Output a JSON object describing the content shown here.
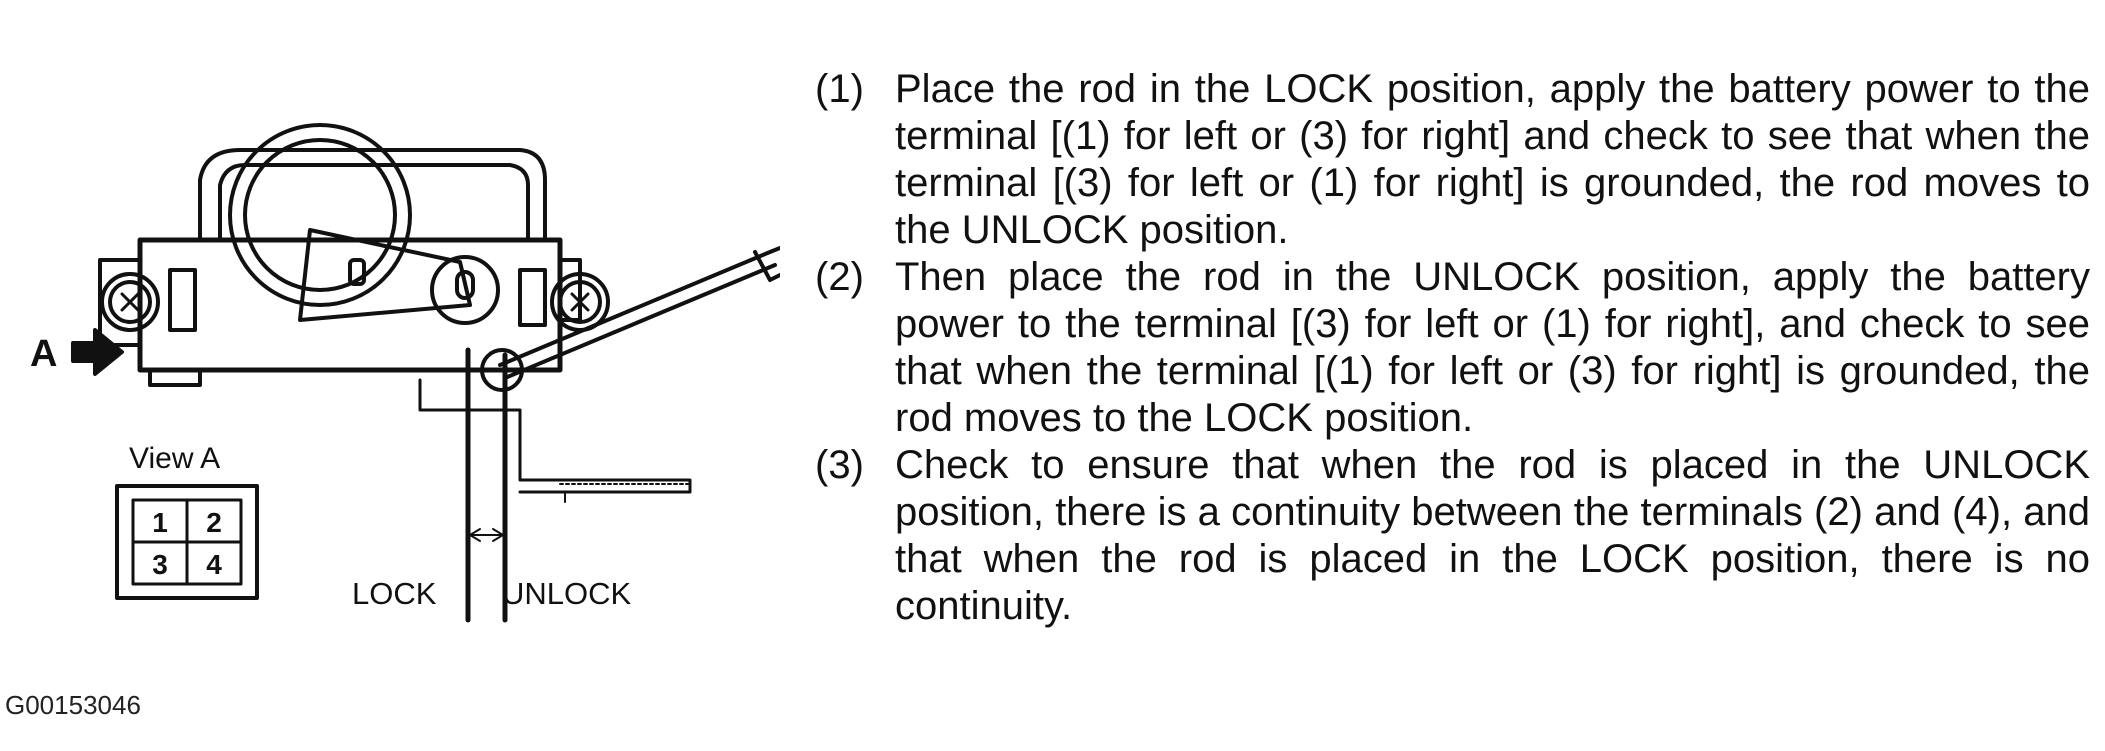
{
  "diagram": {
    "arrow_label": "A",
    "view_label": "View A",
    "connector_terminals": [
      "1",
      "2",
      "3",
      "4"
    ],
    "lock_label": "LOCK",
    "unlock_label": "UNLOCK"
  },
  "steps": [
    {
      "number": "(1)",
      "text": "Place the rod in the LOCK position, apply the battery power to the terminal [(1) for left or (3) for right] and check to see that when the terminal [(3) for left or (1) for right] is grounded, the rod moves to the UNLOCK position."
    },
    {
      "number": "(2)",
      "text": "Then place the rod in the UNLOCK position, apply the battery power to the terminal [(3) for left or (1) for right], and check to see that when the terminal [(1) for left or (3) for right] is grounded, the rod moves to the LOCK position."
    },
    {
      "number": "(3)",
      "text": "Check to ensure that when the rod is placed in the UNLOCK position, there is a continuity between the terminals (2) and (4), and that when the rod is placed in the LOCK position, there is no continuity."
    }
  ],
  "figure_code": "G00153046"
}
